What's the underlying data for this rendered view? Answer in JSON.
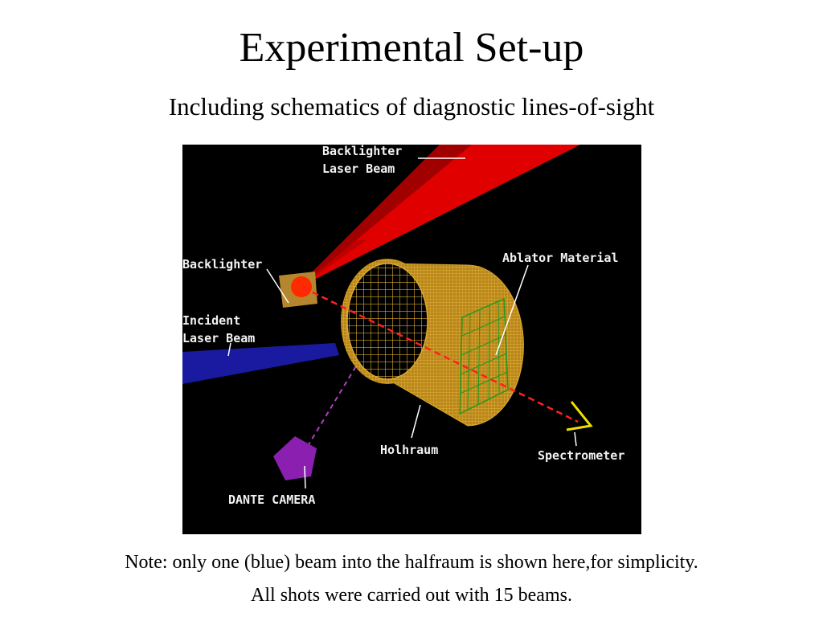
{
  "slide": {
    "title": "Experimental Set-up",
    "subtitle": "Including schematics of diagnostic lines-of-sight"
  },
  "diagram": {
    "labels": {
      "backlighter_beam_line1": "Backlighter",
      "backlighter_beam_line2": "Laser Beam",
      "backlighter": "Backlighter",
      "incident_line1": "Incident",
      "incident_line2": "Laser Beam",
      "ablator": "Ablator Material",
      "holhraum": "Holhraum",
      "spectrometer": "Spectrometer",
      "dante": "DANTE CAMERA"
    },
    "colors": {
      "background": "#000000",
      "backlighter_beam": "#e00000",
      "incident_beam": "#1a1aa0",
      "holhraum": "#c8961e",
      "ablator_grid": "#1f9a1f",
      "spectrometer": "#f0e000",
      "dante_camera": "#8a1fb0",
      "line_of_sight": "#ff2020"
    }
  },
  "notes": {
    "line1": "Note: only one (blue) beam into the halfraum is shown here,for simplicity.",
    "line2": "All shots were carried out with 15 beams."
  }
}
